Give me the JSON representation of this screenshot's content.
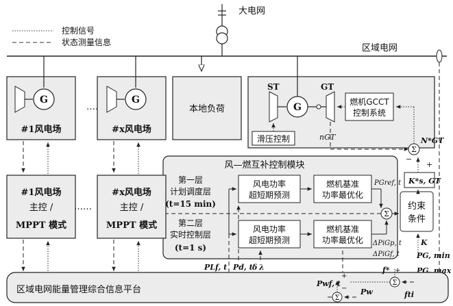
{
  "legend": {
    "control_signal": "控制信号",
    "state_measurement": "状态测量信息"
  },
  "grid": {
    "main_grid": "大电网",
    "regional_grid": "区域电网"
  },
  "wind_farms": {
    "farm1": "#1风电场",
    "farmx": "#x风电场",
    "generator_symbol": "G",
    "dots": "……",
    "ctrl1_line1": "#1风电场",
    "ctrlx_line1": "#x风电场",
    "ctrl_line2": "主控 /",
    "ctrl_line3": "MPPT 模式"
  },
  "local_load": "本地负荷",
  "gas_plant": {
    "st": "ST",
    "gt": "GT",
    "generator_symbol": "G",
    "sliding_pressure": "滑压控制",
    "gcct_line1": "燃机GCCT",
    "gcct_line2": "控制系统",
    "n_gt": "nGT"
  },
  "module": {
    "title": "风—燃互补控制模块",
    "layer1_line1": "第一层",
    "layer1_line2": "计划调度层",
    "layer1_line3": "(t=15 min)",
    "layer2_line1": "第二层",
    "layer2_line2": "实时控制层",
    "layer2_line3": "(t=1 s)",
    "wind_pred_line1": "风电功率",
    "wind_pred_line2": "超短期预测",
    "gas_opt_line1": "燃机基准",
    "gas_opt_line2": "功率最优化",
    "constraint_line1": "约束",
    "constraint_line2": "条件"
  },
  "signals": {
    "p_gref": "PGref, t",
    "dp_gp": "ΔPiGp, t",
    "dp_gf": "ΔPiGf, t",
    "n_gt_star": "N*GT",
    "k_s_gt": "K*s, GT",
    "k": "K",
    "p_gmin": "PG, min",
    "p_gmax": "PG, max",
    "p_lf": "PLf, t",
    "p_d": "Pd, t",
    "delta": "δ",
    "lambda": "λ",
    "f_star": "f*",
    "f_i": "fti",
    "p_wf": "Pwf, t",
    "p_w": "Pw",
    "sum": "Σ",
    "plus": "+",
    "minus": "−"
  },
  "platform": "区域电网能量管理综合信息平台"
}
